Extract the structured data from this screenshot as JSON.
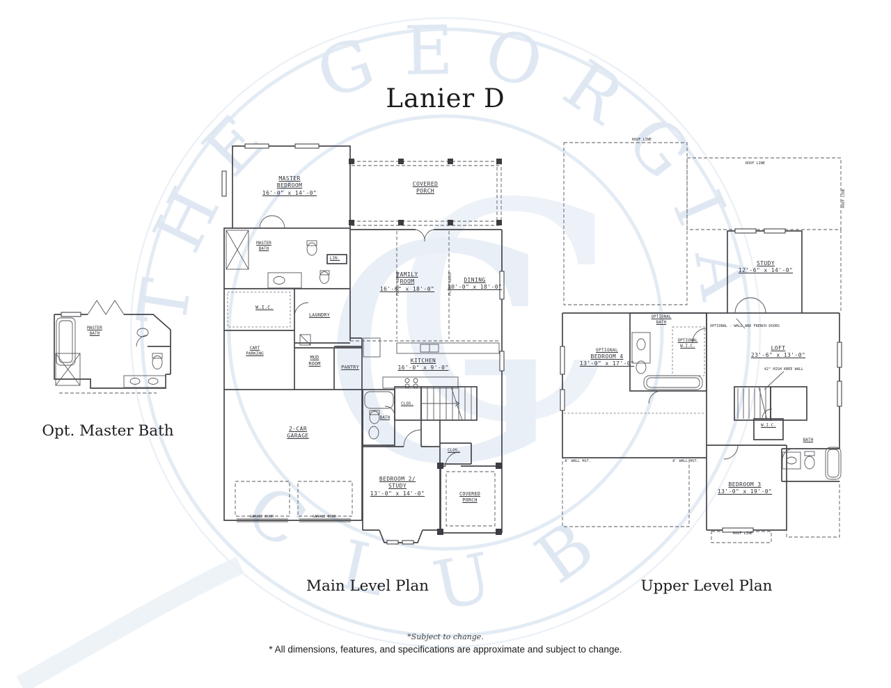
{
  "title": "Lanier D",
  "watermark": {
    "arc_top": "THE GEORGIA",
    "arc_bottom": "CLUB",
    "monogram_g": "G",
    "monogram_c": "C",
    "color": "#dfe8f2"
  },
  "captions": {
    "opt_bath": "Opt. Master Bath",
    "main": "Main Level Plan",
    "upper": "Upper Level Plan"
  },
  "footnotes": {
    "subject": "*Subject to change.",
    "disclaimer": "* All dimensions, features, and specifications are approximate and subject to change."
  },
  "opt_bath_plan": {
    "master_bath": {
      "l1": "MASTER",
      "l2": "BATH"
    }
  },
  "main_plan": {
    "master_bedroom": {
      "l1": "MASTER",
      "l2": "BEDROOM",
      "dims": "16'-0\" x 14'-0\""
    },
    "covered_porch_top": {
      "l1": "COVERED",
      "l2": "PORCH"
    },
    "master_bath": {
      "l1": "MASTER",
      "l2": "BATH"
    },
    "lin": "LIN.",
    "wic": "W.I.C.",
    "laundry": "LAUNDRY",
    "cart_parking": {
      "l1": "CART",
      "l2": "PARKING"
    },
    "mud_room": {
      "l1": "MUD",
      "l2": "ROOM"
    },
    "pantry": "PANTRY",
    "kitchen": {
      "name": "KITCHEN",
      "dims": "16'-0\" x 9'-0\""
    },
    "family_room": {
      "l1": "FAMILY",
      "l2": "ROOM",
      "dims": "16'-6\" x 18'-0\""
    },
    "dining": {
      "name": "DINING",
      "dims": "10'-0\" x 18'-0\""
    },
    "garage": {
      "l1": "2-CAR",
      "l2": "GARAGE"
    },
    "bath": "BATH",
    "clos_hall": "CLOS.",
    "clos_bed2": "CLOS.",
    "bedroom2": {
      "l1": "BEDROOM 2/",
      "l2": "STUDY",
      "dims": "13'-0\" x 14'-0\""
    },
    "covered_porch_bottom": {
      "l1": "COVERED",
      "l2": "PORCH"
    },
    "garage_door_left": "GARAGE DOOR",
    "garage_door_right": "GARAGE DOOR",
    "floor_above_1": "FLOOR ABOVE",
    "floor_above_2": "FLOOR ABOVE"
  },
  "upper_plan": {
    "study": {
      "name": "STUDY",
      "dims": "12'-6\" x 14'-0\""
    },
    "opt_bedroom4": {
      "l1": "OPTIONAL",
      "l2": "BEDROOM 4",
      "dims": "13'-0\" x 17'-0\""
    },
    "opt_bath": {
      "l1": "OPTIONAL",
      "l2": "BATH"
    },
    "opt_wic": {
      "l1": "OPTIONAL",
      "l2": "W.I.C."
    },
    "loft": {
      "name": "LOFT",
      "dims": "23'-6\" x 13'-0\""
    },
    "wic": "W.I.C.",
    "bath": "BATH",
    "bedroom3": {
      "name": "BEDROOM 3",
      "dims": "13'-0\" x 19'-0\""
    },
    "knee_wall_note": "42\" HIGH KNEE WALL",
    "french_door_note": "OPTIONAL - WALL AND FRENCH DOORS",
    "wall_hgt_note_1": "8' WALL HGT.",
    "wall_hgt_note_2": "8' WALL HGT.",
    "roof_note_1": "ROOF LINE",
    "roof_note_2": "ROOF LINE",
    "roof_note_3": "ROOF LINE",
    "roof_note_4": "ROOF LINE"
  }
}
